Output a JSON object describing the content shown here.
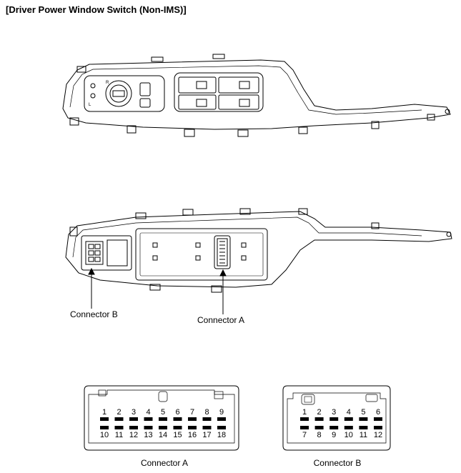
{
  "title": "[Driver Power Window Switch (Non-IMS)]",
  "callouts": {
    "connector_b": "Connector B",
    "connector_a": "Connector A"
  },
  "connector_a": {
    "caption": "Connector A",
    "top_row": [
      "1",
      "2",
      "3",
      "4",
      "5",
      "6",
      "7",
      "8",
      "9"
    ],
    "bottom_row": [
      "10",
      "11",
      "12",
      "13",
      "14",
      "15",
      "16",
      "17",
      "18"
    ]
  },
  "connector_b": {
    "caption": "Connector B",
    "top_row": [
      "1",
      "2",
      "3",
      "4",
      "5",
      "6"
    ],
    "bottom_row": [
      "7",
      "8",
      "9",
      "10",
      "11",
      "12"
    ]
  }
}
